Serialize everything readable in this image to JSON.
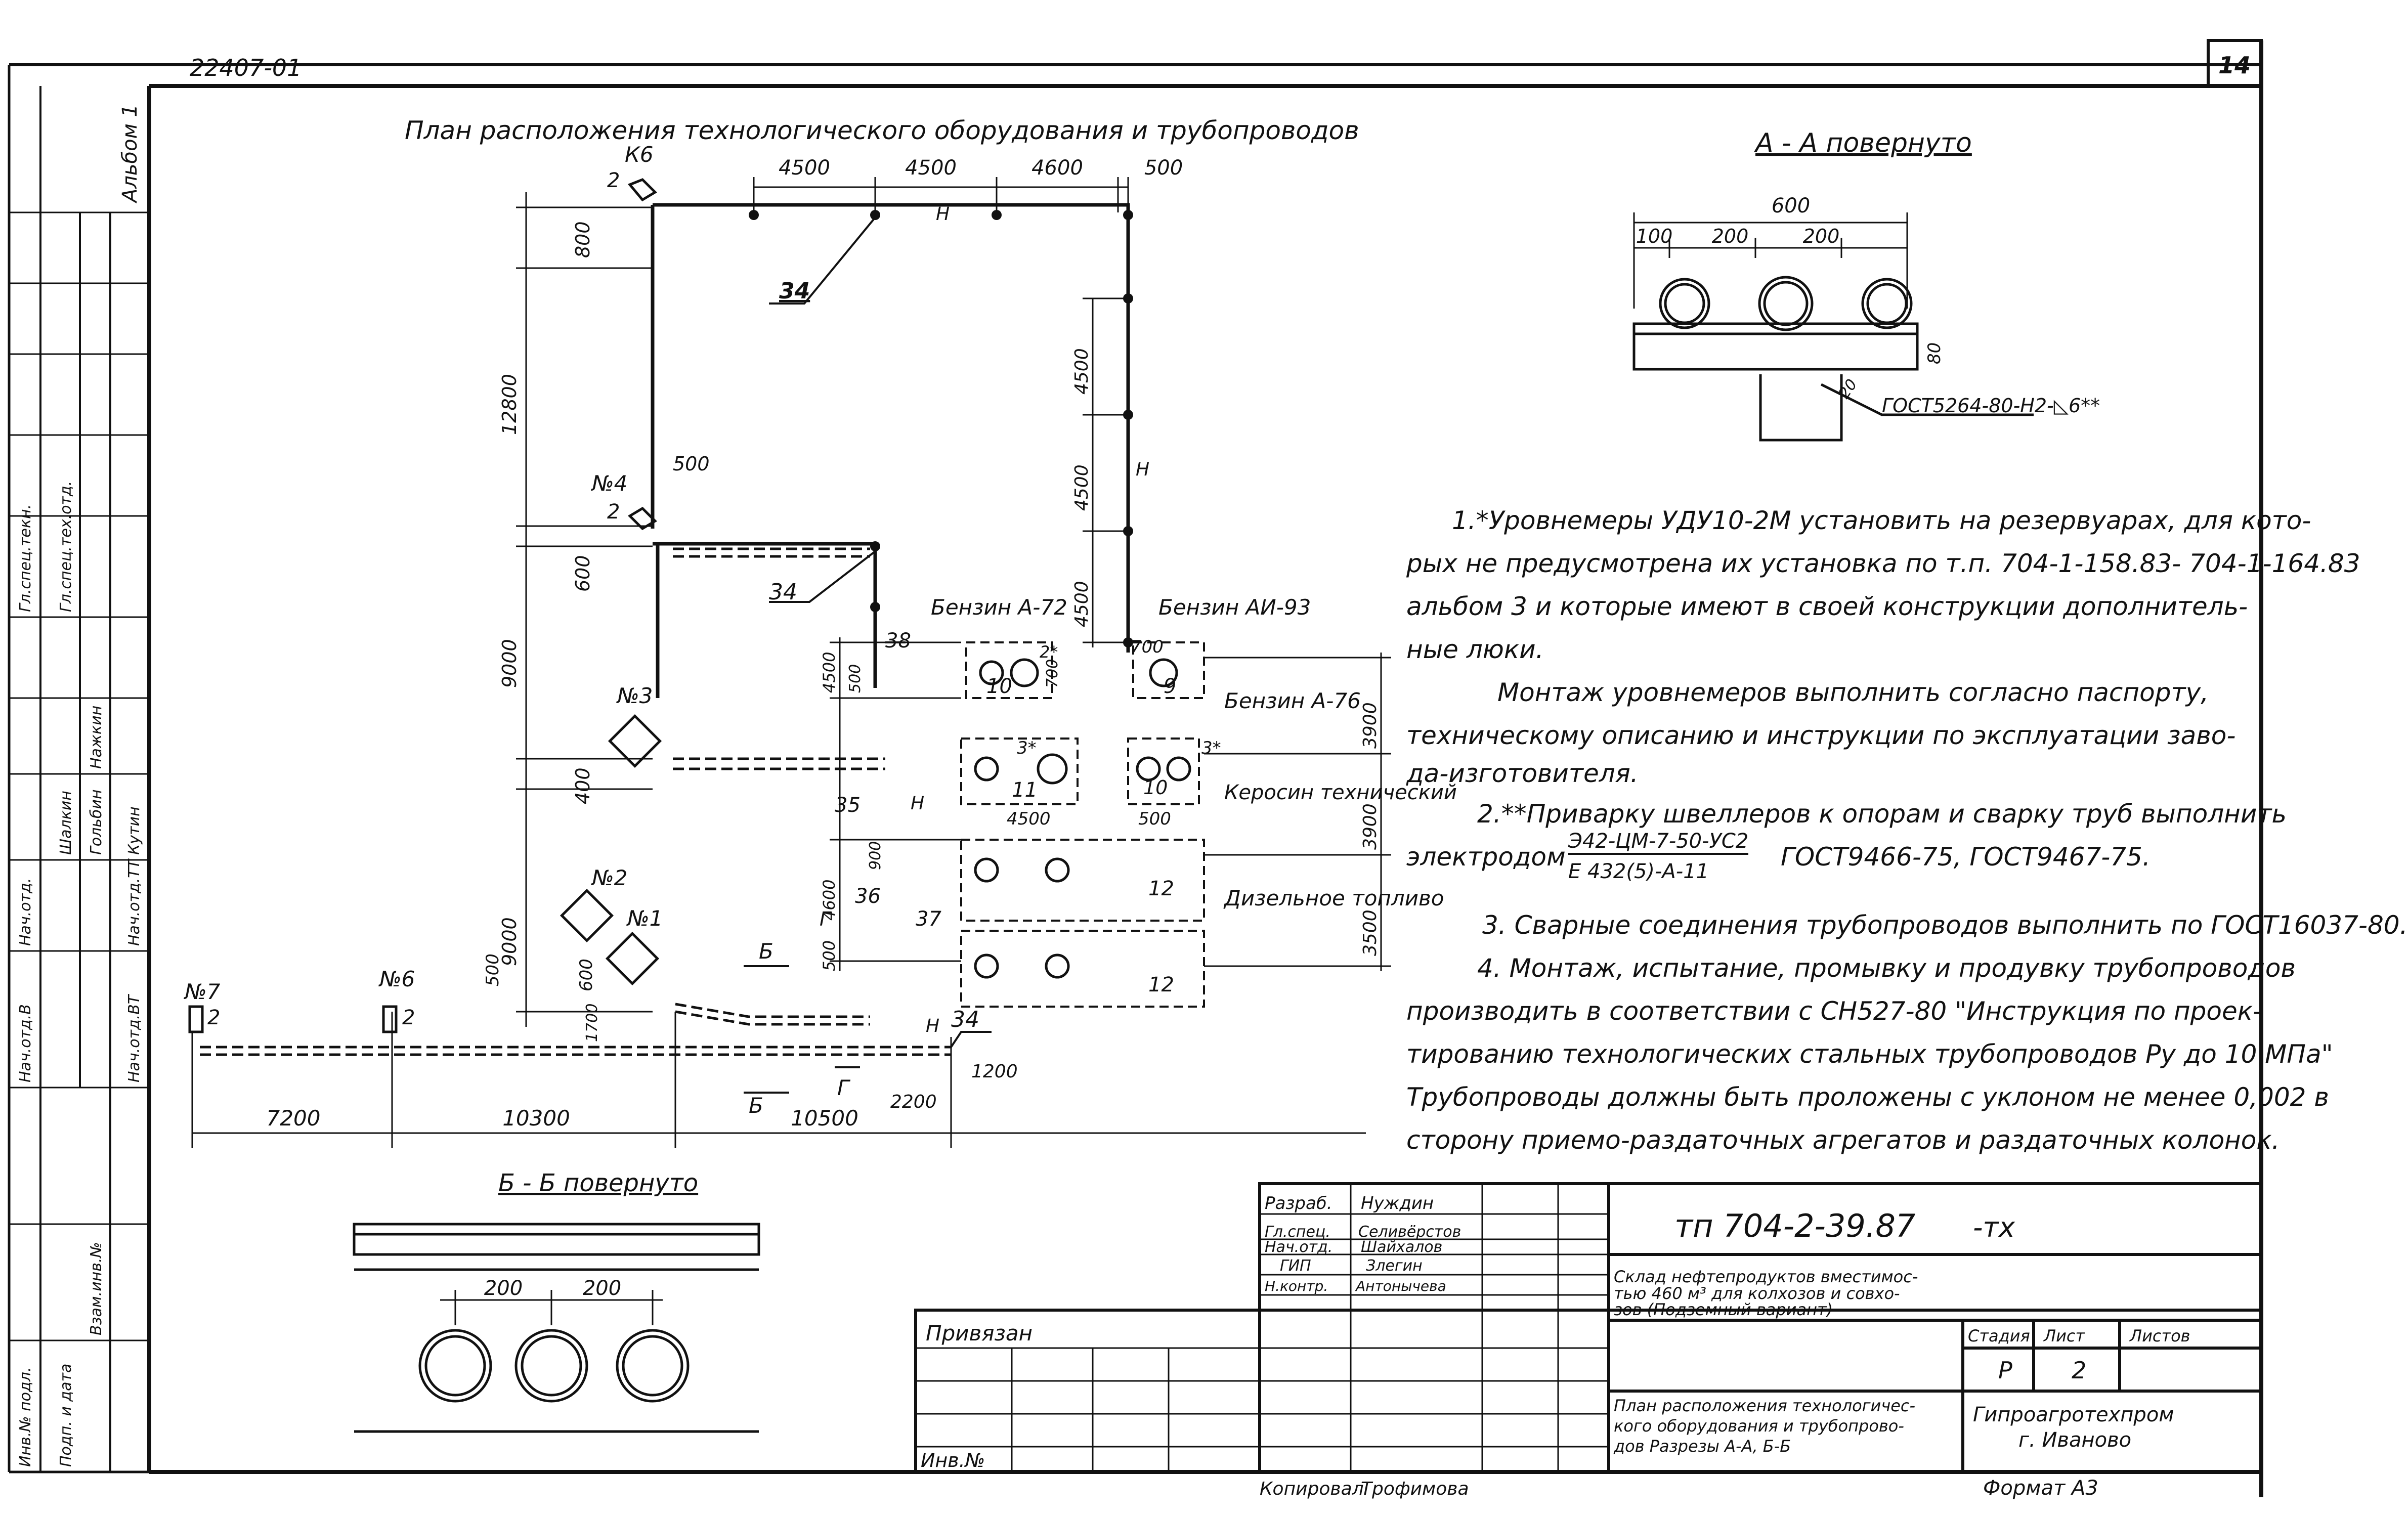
{
  "sheet": {
    "doc_code_top": "22407-01",
    "page_number": "14",
    "album_label": "Альбом 1"
  },
  "plan": {
    "title": "План расположения технологического оборудования и трубопроводов",
    "top_dims": [
      "4500",
      "4500",
      "4600",
      "500"
    ],
    "left_dims": [
      "800",
      "12800",
      "600",
      "9000",
      "400",
      "9000"
    ],
    "bottom_dims": [
      "7200",
      "10300",
      "10500"
    ],
    "small_dims": {
      "d500_top": "500",
      "d500_side": "500",
      "d4500_left": "4500",
      "d500_left": "500",
      "d700": "700",
      "d700b": "700",
      "d4500_mid": "4500",
      "d500_mid": "500",
      "d900": "900",
      "d4600": "4600",
      "d500_bot": "500",
      "d600": "600",
      "d1700": "1700",
      "d1200": "1200",
      "d2200": "2200",
      "r4500_1": "4500",
      "r4500_2": "4500",
      "r4500_3": "4500",
      "r3900_1": "3900",
      "r3900_2": "3900",
      "r3500": "3500"
    },
    "wells": [
      "К6",
      "№4",
      "№3",
      "№2",
      "№1",
      "№7",
      "№6"
    ],
    "well_marks": [
      "2",
      "2",
      "2",
      "2"
    ],
    "callouts": [
      "34",
      "34",
      "34",
      "38",
      "35",
      "36",
      "37"
    ],
    "tanks": [
      {
        "label": "Бензин А-72",
        "num": "10"
      },
      {
        "label": "Бензин АИ-93",
        "num": "9"
      },
      {
        "label": "Бензин А-76",
        "num": "11"
      },
      {
        "label": "Керосин технический",
        "num": "10"
      },
      {
        "label": "Дизельное топливо",
        "num": "12"
      },
      {
        "label": "",
        "num": "12"
      }
    ],
    "tank_marks": [
      "2*",
      "3*",
      "3*"
    ],
    "pipe_marker": "Н",
    "section_marks": [
      "Б",
      "Б",
      "Г",
      "Г"
    ]
  },
  "section_aa": {
    "title": "А - А повернуто",
    "dims": [
      "600",
      "100",
      "200",
      "200",
      "80",
      "20"
    ],
    "weld_note": "ГОСТ5264-80-Н2-◺6**"
  },
  "section_bb": {
    "title": "Б - Б повернуто",
    "dims": [
      "200",
      "200"
    ]
  },
  "notes": {
    "n1_l1": "1.*Уровнемеры УДУ10-2М установить на резервуарах, для кото-",
    "n1_l2": "рых не предусмотрена их установка по т.п. 704-1-158.83- 704-1-164.83",
    "n1_l3": "альбом 3 и которые имеют в своей конструкции дополнитель-",
    "n1_l4": "ные люки.",
    "n1_l5": "Монтаж уровнемеров выполнить согласно паспорту,",
    "n1_l6": "техническому описанию и инструкции по эксплуатации заво-",
    "n1_l7": "да-изготовителя.",
    "n2_l1": "2.**Приварку швеллеров к опорам и сварку труб выполнить",
    "n2_l2a": "электродом",
    "n2_frac_top": "Э42-ЦМ-7-50-УС2",
    "n2_frac_bot": "Е 432(5)-А-11",
    "n2_l2b": "ГОСТ9466-75, ГОСТ9467-75.",
    "n3": "3. Сварные соединения трубопроводов выполнить по ГОСТ16037-80.",
    "n4_l1": "4. Монтаж, испытание, промывку и продувку трубопроводов",
    "n4_l2": "производить в соответствии с СН527-80 \"Инструкция по проек-",
    "n4_l3": "тированию технологических стальных трубопроводов Ру до 10 МПа\"",
    "n4_l4": "Трубопроводы должны быть проложены с уклоном не менее 0,002 в",
    "n4_l5": "сторону приемо-раздаточных агрегатов и раздаточных колонок."
  },
  "side_stamp": [
    "Нач.отд.ВТ",
    "Нач.отд.ТТ",
    "Нач.отд.В",
    "Нач.отд.",
    "Гл.спец.текн.",
    "Гл.спец.тех.отд.",
    "Кутин",
    "Гольбин",
    "Шалкин",
    "Нажкин",
    "Инв.№ подл.",
    "Подп. и дата",
    "Взам.инв.№"
  ],
  "title_block": {
    "doc_number": "тп 704-2-39.87",
    "doc_suffix": "-тх",
    "rows": [
      {
        "role": "Разраб.",
        "name": "Нуждин"
      },
      {
        "role": "Гл.спец.",
        "name": "Селивёрстов"
      },
      {
        "role": "Нач.отд.",
        "name": "Шайхалов"
      },
      {
        "role": "ГИП",
        "name": "Злегин"
      },
      {
        "role": "Н.контр.",
        "name": "Антонычева"
      }
    ],
    "privyazan": "Привязан",
    "inv_no": "Инв.№",
    "project_l1": "Склад нефтепродуктов вместимос-",
    "project_l2": "тью 460 м³ для колхозов и совхо-",
    "project_l3": "зов (Подземный вариант)",
    "sheet_l1": "План расположения технологичес-",
    "sheet_l2": "кого оборудования и трубопрово-",
    "sheet_l3": "дов Разрезы А-А, Б-Б",
    "stage_h": "Стадия",
    "list_h": "Лист",
    "lists_h": "Листов",
    "stage_v": "Р",
    "list_v": "2",
    "org_l1": "Гипроагротехпром",
    "org_l2": "г. Иваново",
    "copied": "Копировал",
    "copied_by": "Трофимова",
    "format": "Формат А3"
  }
}
